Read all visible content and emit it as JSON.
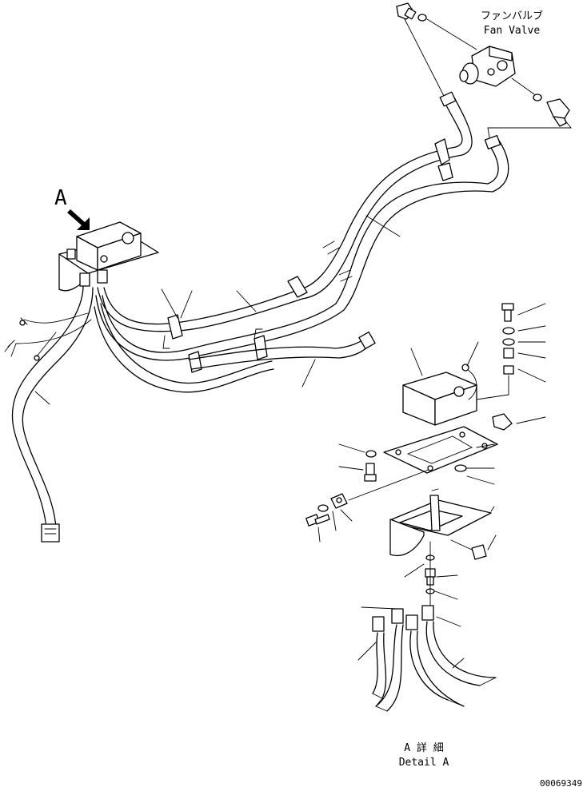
{
  "labels": {
    "fan_valve_jp": "ファンバルブ",
    "fan_valve_en": "Fan Valve",
    "view_marker": "A",
    "detail_jp": "A 詳 細",
    "detail_en": "Detail A",
    "drawing_number": "00069349"
  }
}
